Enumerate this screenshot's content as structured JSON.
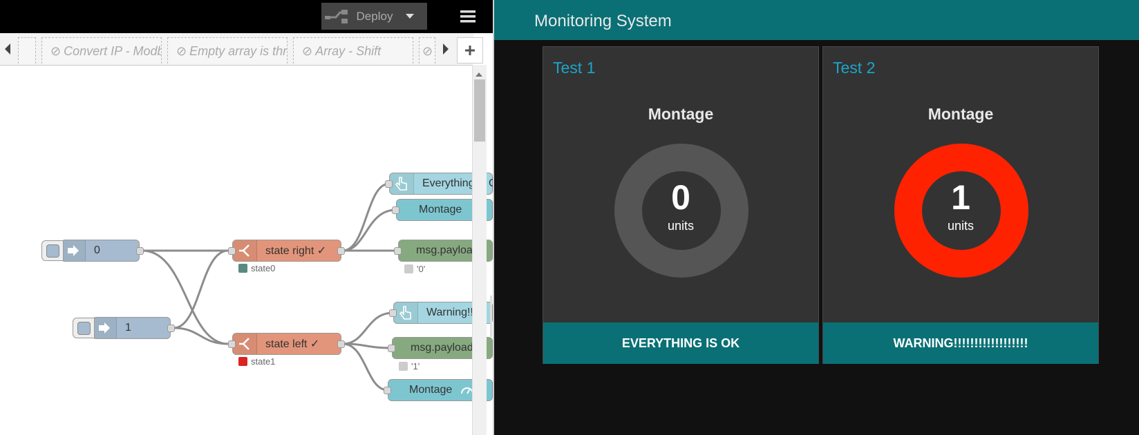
{
  "editor": {
    "deploy_label": "Deploy",
    "tabs": [
      {
        "label": "Convert IP - Modbus"
      },
      {
        "label": "Empty array is thrown"
      },
      {
        "label": "Array - Shift"
      }
    ],
    "nodes": {
      "inject0": {
        "label": "0"
      },
      "inject1": {
        "label": "1"
      },
      "state_right": {
        "label": "state right ✓",
        "status": "state0"
      },
      "state_left": {
        "label": "state left ✓",
        "status": "state1"
      },
      "everything": {
        "label": "Everything is OK"
      },
      "montage_top": {
        "label": "Montage"
      },
      "msg_payload_top": {
        "label": "msg.payload",
        "status": "'0'"
      },
      "warning": {
        "label": "Warning!!!"
      },
      "msg_payload_bottom": {
        "label": "msg.payload",
        "status": "'1'"
      },
      "montage_bottom": {
        "label": "Montage"
      }
    },
    "colors": {
      "inject": "#a6bbcf",
      "switch": "#e2957a",
      "ui_text": "#a3d6e0",
      "ui_gauge": "#7dc6d0",
      "debug": "#87a980",
      "status_green": "#5a8a7f",
      "status_red": "#d22"
    }
  },
  "dashboard": {
    "title": "Monitoring System",
    "colors": {
      "header": "#0a7075",
      "title": "#1ca6c8",
      "card": "#333333"
    },
    "cards": [
      {
        "title": "Test 1",
        "gauge_label": "Montage",
        "value": "0",
        "units": "units",
        "fill": 0,
        "gauge_color": "#555555",
        "status": "EVERYTHING IS OK"
      },
      {
        "title": "Test 2",
        "gauge_label": "Montage",
        "value": "1",
        "units": "units",
        "fill": 1,
        "gauge_color": "#ff2200",
        "status": "WARNING!!!!!!!!!!!!!!!!!!"
      }
    ]
  }
}
